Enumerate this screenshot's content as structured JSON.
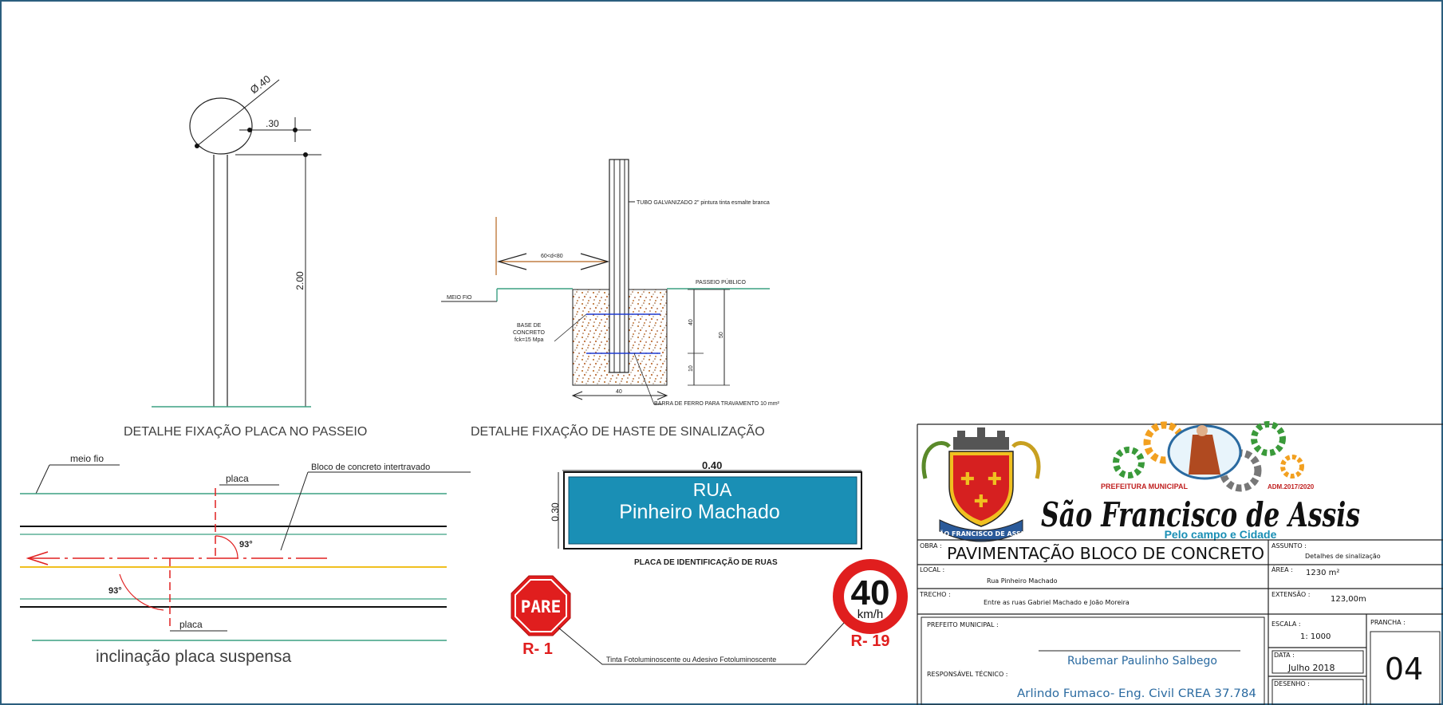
{
  "pole_detail": {
    "diameter": "Ø.40",
    "offset": ".30",
    "height": "2.00",
    "caption": "DETALHE FIXAÇÃO PLACA NO PASSEIO"
  },
  "post_detail": {
    "tube": "TUBO GALVANIZADO 2\" pintura tinta esmalte branca",
    "distance": "60<d<80",
    "sidewalk": "PASSEIO PÚBLICO",
    "curb": "MEIO FIO",
    "base_line1": "BASE DE",
    "base_line2": "CONCRETO",
    "base_line3": "fck=15 Mpa",
    "dim_40_vertical": "40",
    "dim_50": "50",
    "dim_10": "10",
    "dim_40_bottom": "40",
    "bar": "BARRA DE FERRO PARA TRAVAMENTO 10 mm²",
    "caption": "DETALHE FIXAÇÃO DE  HASTE DE SINALIZAÇÃO"
  },
  "tilt_detail": {
    "curb": "meio fio",
    "plate_top": "placa",
    "block": "Bloco de concreto intertravado",
    "angle_top": "93°",
    "angle_bottom": "93°",
    "plate_bottom": "placa",
    "caption": "inclinação placa suspensa"
  },
  "street_sign": {
    "width": "0.40",
    "height": "0.30",
    "line1": "RUA",
    "line2": "Pinheiro Machado",
    "caption": "PLACA DE IDENTIFICAÇÃO DE RUAS"
  },
  "signs": {
    "stop_text": "PARE",
    "stop_code": "R- 1",
    "speed_value": "40",
    "speed_unit": "km/h",
    "speed_code": "R- 19",
    "paint_note": "Tinta Fotoluminoscente ou Adesivo Fotoluminoscente"
  },
  "title_block": {
    "header_small": "PREFEITURA MUNICIPAL",
    "header_years": "ADM.2017/2020",
    "city": "São Francisco de Assis",
    "slogan": "Pelo campo e Cidade",
    "crest_text": "SÃO FRANCISCO DE ASSIS",
    "obra_label": "OBRA :",
    "obra_value": "PAVIMENTAÇÃO BLOCO DE CONCRETO",
    "assunto_label": "ASSUNTO :",
    "assunto_value": "Detalhes de sinalização",
    "local_label": "LOCAL :",
    "local_value": "Rua Pinheiro Machado",
    "area_label": "ÁREA :",
    "area_value": "1230 m²",
    "trecho_label": "TRECHO :",
    "trecho_value": "Entre as ruas Gabriel Machado e João Moreira",
    "extensao_label": "EXTENSÃO :",
    "extensao_value": "123,00m",
    "prefeito_label": "PREFEITO MUNICIPAL :",
    "prefeito_value": "Rubemar Paulinho Salbego",
    "responsavel_label": "RESPONSÁVEL TÉCNICO :",
    "responsavel_value": "Arlindo Fumaco- Eng. Civil CREA 37.784",
    "escala_label": "ESCALA :",
    "escala_value": "1: 1000",
    "prancha_label": "PRANCHA :",
    "prancha_value": "04",
    "data_label": "DATA :",
    "data_value": "Julho 2018",
    "desenho_label": "DESENHO :"
  },
  "colors": {
    "frame": "#2b5e7e",
    "sign_blue": "#1a8fb5",
    "stop_red": "#e01e1e",
    "green_line": "#3ca082",
    "dash_red": "#e02020",
    "yellow_line": "#f0c020",
    "name_blue": "#2a6aa0"
  }
}
